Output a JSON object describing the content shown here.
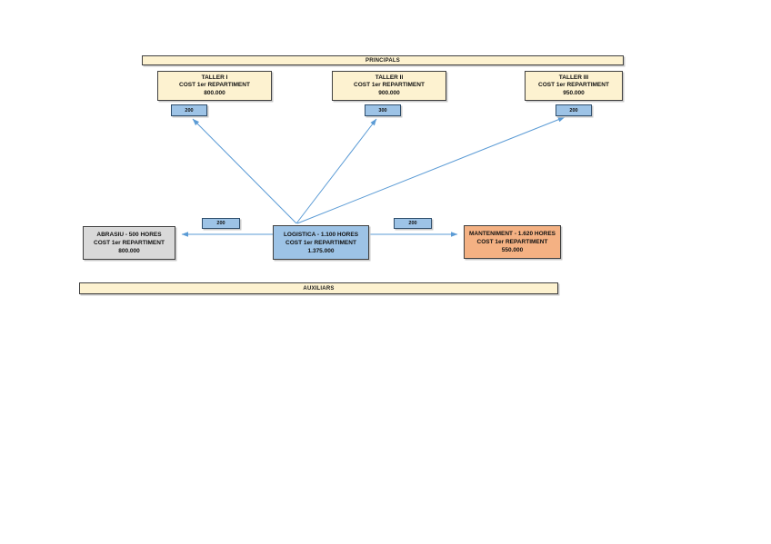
{
  "header_bars": {
    "principals": "PRINCIPALS",
    "auxiliars": "AUXILIARS"
  },
  "tallers": [
    {
      "title": "TALLER I",
      "cost_label": "COST 1er REPARTIMENT",
      "amount": "800.000",
      "hours_allocated": "200"
    },
    {
      "title": "TALLER II",
      "cost_label": "COST 1er REPARTIMENT",
      "amount": "900.000",
      "hours_allocated": "300"
    },
    {
      "title": "TALLER III",
      "cost_label": "COST 1er REPARTIMENT",
      "amount": "950.000",
      "hours_allocated": "200"
    }
  ],
  "auxiliaries": {
    "abrasiu": {
      "title": "ABRASIU - 500 HORES",
      "cost_label": "COST 1er REPARTIMENT",
      "amount": "800.000",
      "hours_allocated": "200"
    },
    "logistica": {
      "title": "LOGISTICA - 1.100 HORES",
      "cost_label": "COST 1er REPARTIMENT",
      "amount": "1.375.000"
    },
    "manteniment": {
      "title": "MANTENIMENT - 1.620 HORES",
      "cost_label": "COST 1er REPARTIMENT",
      "amount": "550.000",
      "hours_allocated": "200"
    }
  },
  "colors": {
    "principal_fill": "#FDF2D0",
    "blue_fill": "#9DC3E6",
    "gray_fill": "#D9D9D9",
    "orange_fill": "#F4B183",
    "arrow": "#5B9BD5",
    "border": "#404040"
  }
}
